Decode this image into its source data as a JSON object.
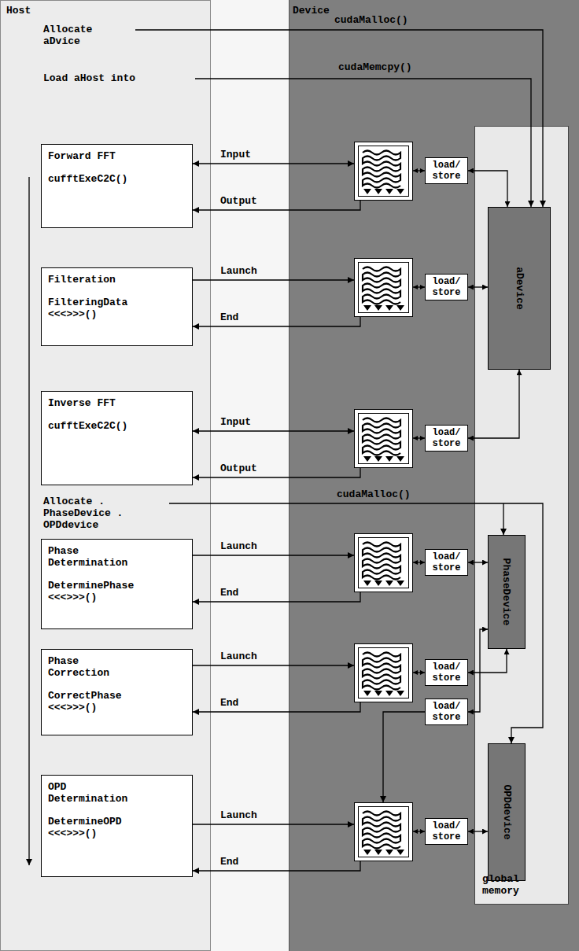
{
  "diagram": {
    "nodes": [
      {
        "text": [
          "Host"
        ]
      },
      {
        "text": [
          "Forward FFT",
          "cufftExeC2C()"
        ],
        "in": 0
      },
      {
        "text": [
          "Filteration",
          "FilteringData <<<>>>()"
        ],
        "in": 0
      },
      {
        "text": [
          "Inverse FFT",
          "cufftExeC2C()"
        ],
        "in": 0
      },
      {
        "text": [
          "Phase Determination",
          "DeterminePhase <<<>>>()"
        ],
        "in": 0
      },
      {
        "text": [
          "Phase Correction",
          "CorrectPhase <<<>>>()"
        ],
        "in": 0
      },
      {
        "text": [
          "OPD Determination",
          "DetermineOPD <<<>>>()"
        ],
        "in": 0
      },
      {
        "text": [
          "Device"
        ]
      },
      {
        "text": [
          "load/ store"
        ],
        "in": 7
      },
      {
        "text": [
          "load/ store"
        ],
        "in": 7
      },
      {
        "text": [
          "load/ store"
        ],
        "in": 7
      },
      {
        "text": [
          "load/ store"
        ],
        "in": 7
      },
      {
        "text": [
          "load/ store"
        ],
        "in": 7
      },
      {
        "text": [
          "load/ store"
        ],
        "in": 7
      },
      {
        "text": [
          "load/ store"
        ],
        "in": 7
      },
      {
        "text": [
          "global memory"
        ],
        "in": 7
      },
      {
        "text": [
          "aDevice"
        ],
        "in": 15
      },
      {
        "text": [
          "PhaseDevice"
        ],
        "in": 15
      },
      {
        "text": [
          "OPDdevice"
        ],
        "in": 15
      }
    ],
    "edges": [
      {
        "from": 8,
        "to": 16,
        "arrow": "both"
      },
      {
        "from": 9,
        "to": 16,
        "arrow": "both"
      },
      {
        "from": 10,
        "to": 16,
        "arrow": "both"
      },
      {
        "from": 11,
        "to": 17,
        "arrow": "both"
      },
      {
        "from": 12,
        "to": 17,
        "arrow": "both"
      },
      {
        "from": 13,
        "to": 17,
        "arrow": "both"
      },
      {
        "from": 14,
        "to": 18,
        "arrow": "both"
      }
    ],
    "labels": [
      "Allocate aDvice",
      "cudaMalloc()",
      "cudaMemcpy()",
      "Load aHost into",
      "Input",
      "Output",
      "Launch",
      "End",
      "Input",
      "Output",
      "Allocate . PhaseDevice . OPDdevice",
      "cudaMalloc()",
      "Launch",
      "End",
      "Launch",
      "End",
      "Launch",
      "End"
    ]
  }
}
